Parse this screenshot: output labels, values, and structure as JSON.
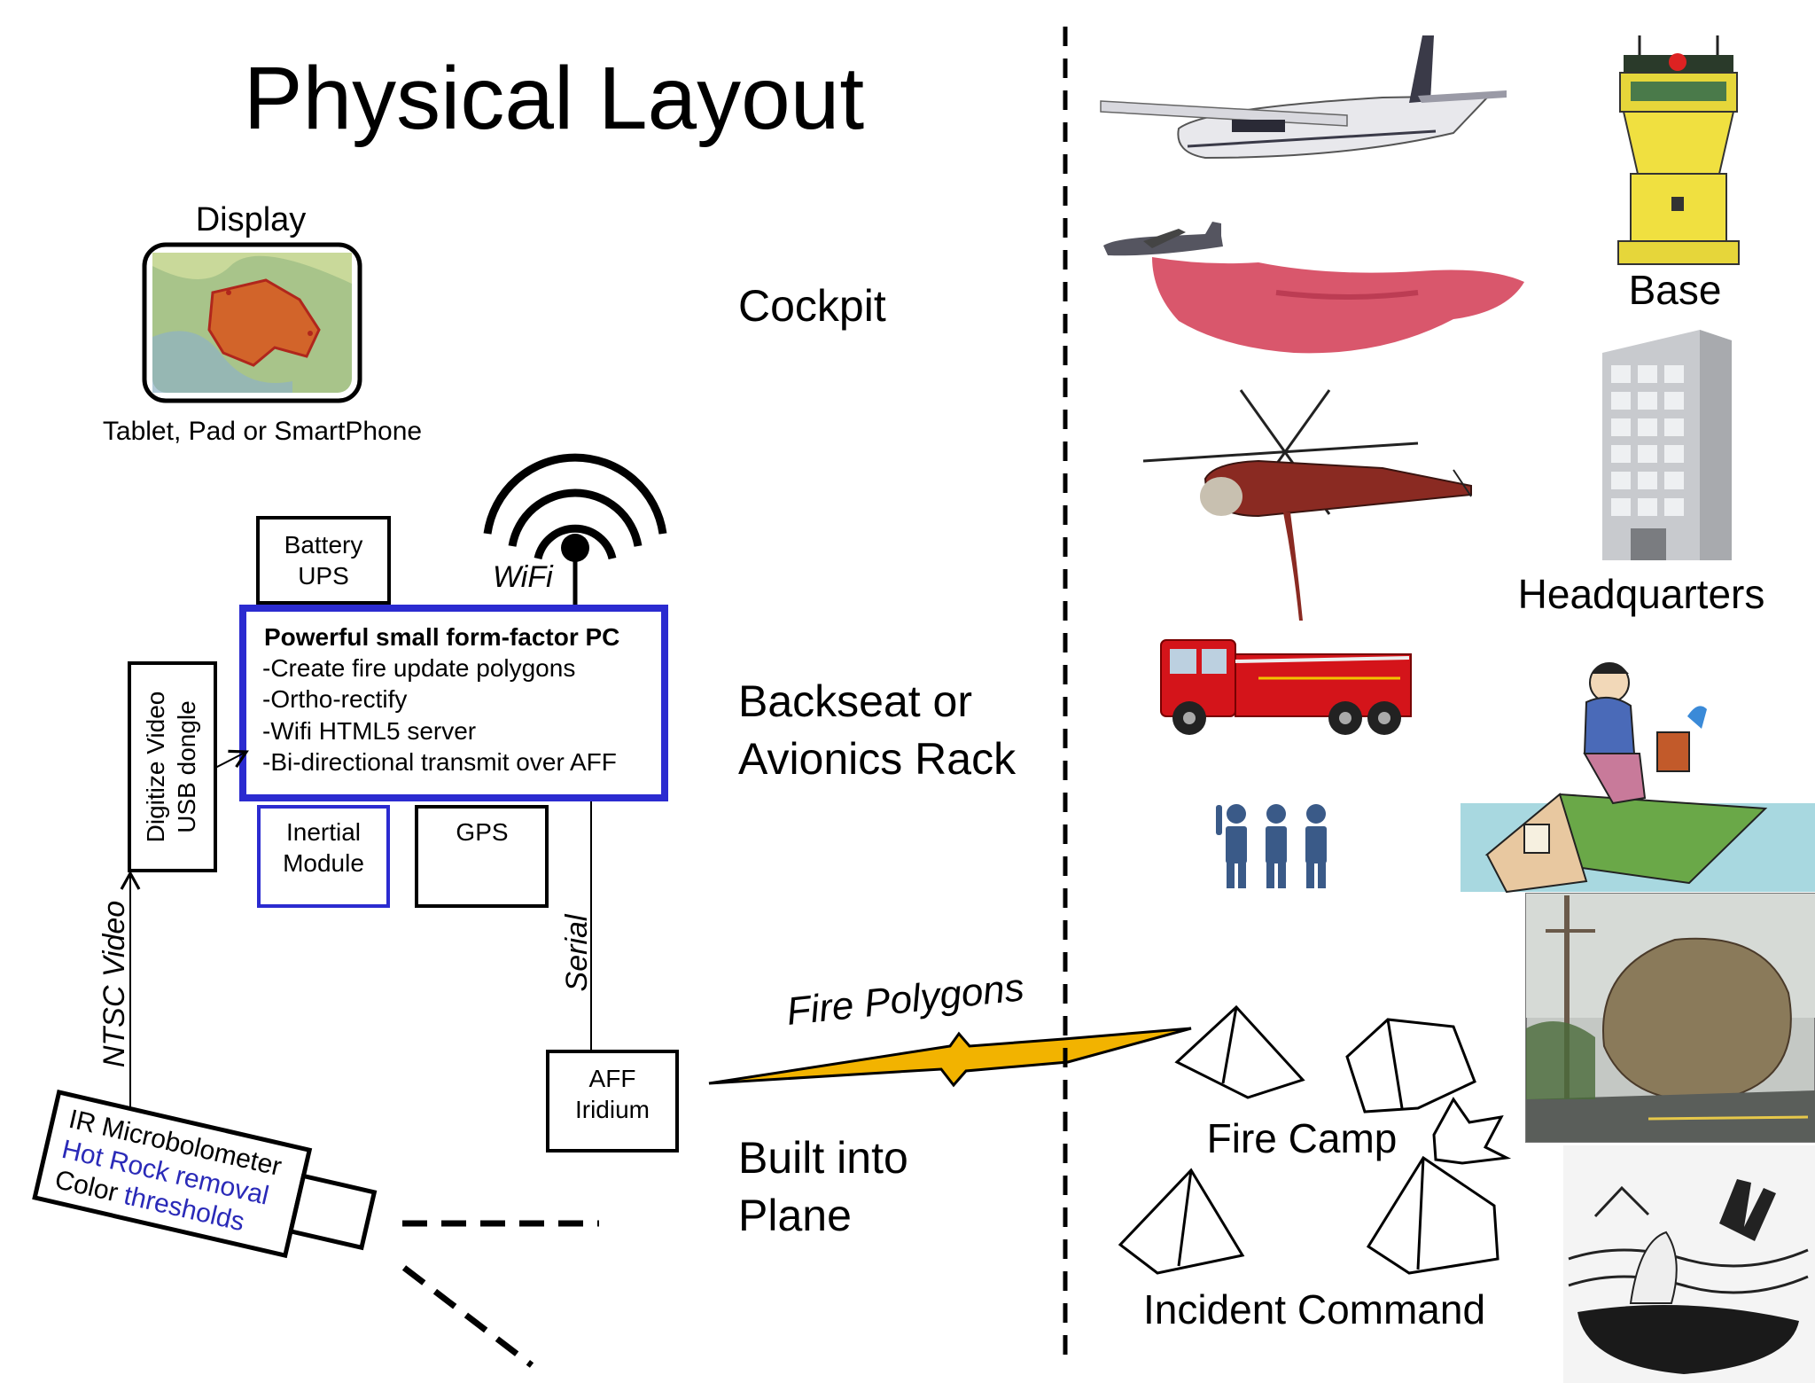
{
  "title": "Physical Layout",
  "display": {
    "heading": "Display",
    "caption": "Tablet, Pad or SmartPhone"
  },
  "zones": {
    "cockpit": "Cockpit",
    "backseat_line1": "Backseat or",
    "backseat_line2": "Avionics Rack",
    "built_line1": "Built into",
    "built_line2": "Plane"
  },
  "battery": {
    "line1": "Battery",
    "line2": "UPS"
  },
  "wifi": {
    "label": "WiFi"
  },
  "pc": {
    "heading": "Powerful small form-factor PC",
    "items": [
      "-Create fire update polygons",
      "-Ortho-rectify",
      "-Wifi HTML5 server",
      "-Bi-directional transmit over AFF"
    ]
  },
  "digitizer": {
    "line1": "Digitize Video",
    "line2": "USB dongle"
  },
  "inertial": {
    "line1": "Inertial",
    "line2": "Module"
  },
  "gps": {
    "label": "GPS"
  },
  "serial": {
    "label": "Serial"
  },
  "ntsc": {
    "label": "NTSC Video"
  },
  "aff": {
    "line1": "AFF",
    "line2": "Iridium"
  },
  "camera": {
    "line1": "IR Microbolometer",
    "line2": "Hot Rock removal",
    "line3_prefix": "Color ",
    "line3_suffix": "thresholds"
  },
  "link": {
    "label": "Fire Polygons"
  },
  "ground": {
    "base": "Base",
    "headquarters": "Headquarters",
    "fire_camp": "Fire Camp",
    "incident_command": "Incident Command"
  },
  "icons": [
    "airplane-icon",
    "air-tanker-icon",
    "helicopter-icon",
    "fire-truck-icon",
    "crew-icon",
    "control-tower-icon",
    "building-icon",
    "flood-cartoon-icon",
    "boulder-photo-icon",
    "oil-spill-cartoon-icon",
    "tent-icon",
    "lightning-bolt-icon",
    "antenna-icon"
  ],
  "colors": {
    "pc_border": "#2b2bd0",
    "blue_text": "#2a2ab8",
    "bolt": "#f2b300",
    "retardant": "#d23a52"
  }
}
